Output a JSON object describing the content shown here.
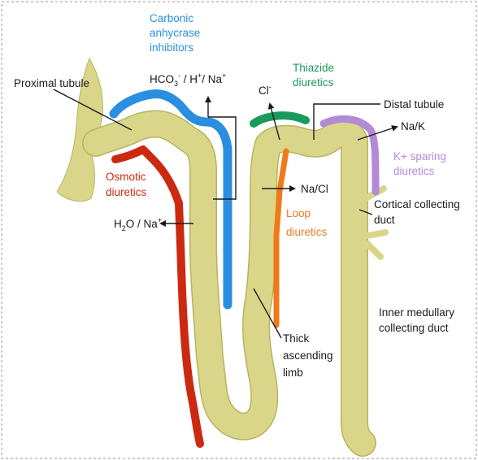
{
  "labels": {
    "carbonic_line1": "Carbonic",
    "carbonic_line2": "anhycrase",
    "carbonic_line3": "inhibitors",
    "hco3_base": "HCO",
    "hco3_sub": "3",
    "hco3_sup": "-",
    "hco3_rest1": " / H",
    "hco3_sup2": "+",
    "hco3_rest2": "/ Na",
    "hco3_sup3": "+",
    "proximal_tubule": "Proximal tubule",
    "thiazide_line1": "Thiazide",
    "thiazide_line2": "diuretics",
    "cl": "Cl",
    "cl_sup": "-",
    "distal_tubule": "Distal tubule",
    "na_k": "Na/K",
    "ksparing_line1": "K+ sparing",
    "ksparing_line2": "diuretics",
    "osmotic_line1": "Osmotic",
    "osmotic_line2": "diuretics",
    "na_cl": "Na/Cl",
    "loop_line1": "Loop",
    "loop_line2": "diuretics",
    "cortical_line1": "Cortical collecting",
    "cortical_line2": "duct",
    "h2o_h": "H",
    "h2o_sub": "2",
    "h2o_rest": "O / Na",
    "h2o_sup": "+",
    "inner_line1": "Inner medullary",
    "inner_line2": "collecting duct",
    "thick_line1": "Thick",
    "thick_line2": "ascending",
    "thick_line3": "limb"
  },
  "colors": {
    "tubule_fill": "#d9d68a",
    "tubule_edge": "#b8b45e",
    "carbonic": "#2a8fe0",
    "thiazide": "#1a9a5a",
    "ksparing": "#b38ad8",
    "osmotic": "#cc2a10",
    "loop": "#f07a18",
    "text": "#1a1a1a"
  }
}
